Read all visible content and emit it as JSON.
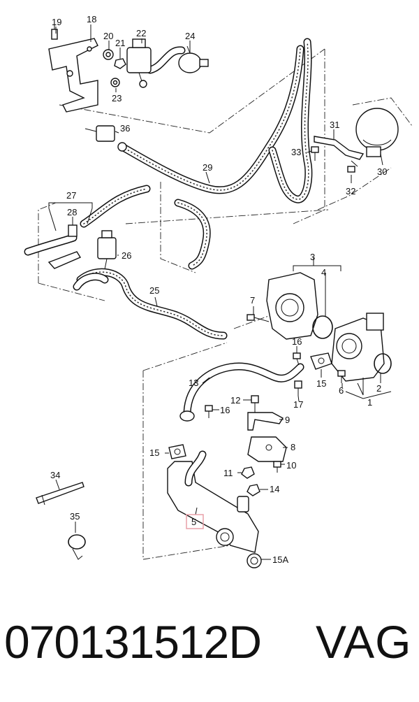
{
  "callouts": {
    "c1": "1",
    "c2": "2",
    "c3": "3",
    "c4": "4",
    "c5": "5",
    "c6": "6",
    "c7": "7",
    "c8": "8",
    "c9": "9",
    "c10": "10",
    "c11": "11",
    "c12": "12",
    "c13": "13",
    "c14": "14",
    "c15a": "15",
    "c15b": "15",
    "c15A": "15A",
    "c16a": "16",
    "c16b": "16",
    "c17": "17",
    "c18": "18",
    "c19": "19",
    "c20": "20",
    "c21": "21",
    "c22": "22",
    "c23": "23",
    "c24": "24",
    "c25": "25",
    "c26": "26",
    "c27": "27",
    "c28": "28",
    "c29": "29",
    "c30": "30",
    "c31": "31",
    "c32": "32",
    "c33": "33",
    "c34": "34",
    "c35": "35",
    "c36": "36"
  },
  "highlight_color": "#e8a0a8",
  "footer": {
    "part_number": "070131512D",
    "brand": "VAG"
  }
}
